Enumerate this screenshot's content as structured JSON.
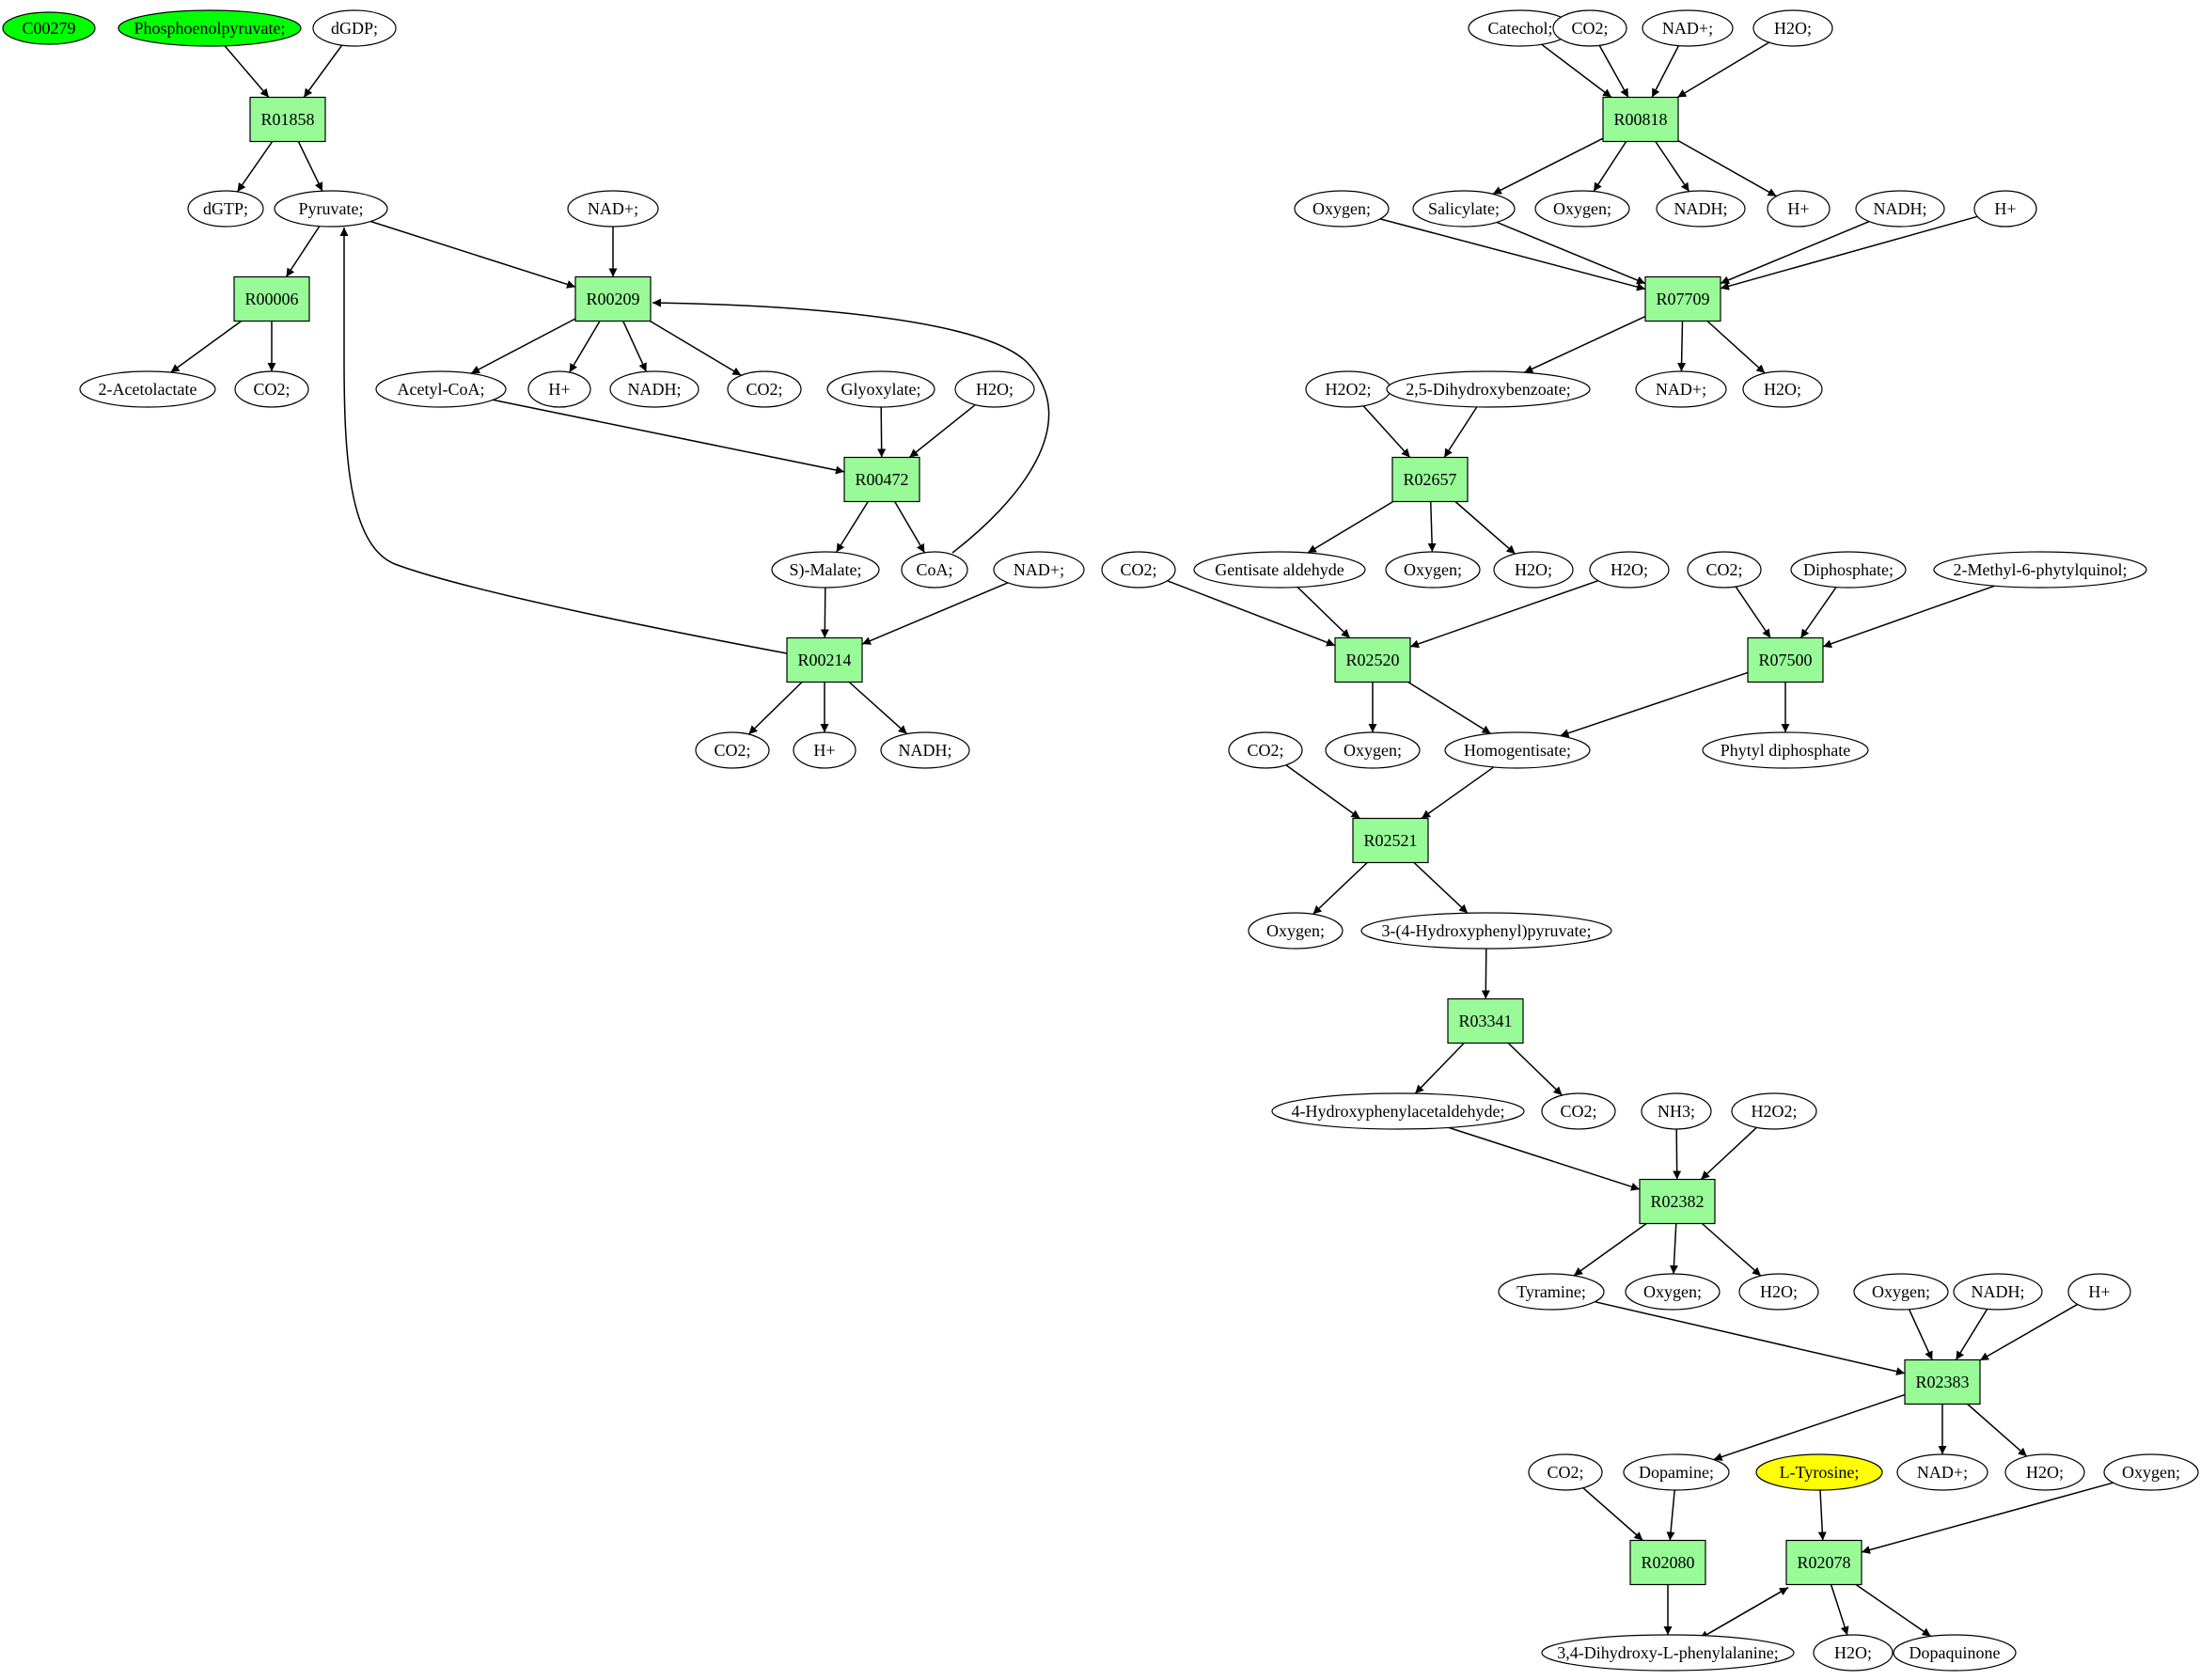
{
  "colors": {
    "reaction_fill": "#98fb98",
    "compound_fill": "#ffffff",
    "source_fill": "#00ff00",
    "target_fill": "#ffff00",
    "stroke": "#000000"
  },
  "reactions": [
    {
      "id": "r01858",
      "label": "R01858"
    },
    {
      "id": "r00006",
      "label": "R00006"
    },
    {
      "id": "r00209",
      "label": "R00209"
    },
    {
      "id": "r00472",
      "label": "R00472"
    },
    {
      "id": "r00214",
      "label": "R00214"
    },
    {
      "id": "r00818",
      "label": "R00818"
    },
    {
      "id": "r07709",
      "label": "R07709"
    },
    {
      "id": "r02657",
      "label": "R02657"
    },
    {
      "id": "r02520",
      "label": "R02520"
    },
    {
      "id": "r07500",
      "label": "R07500"
    },
    {
      "id": "r02521",
      "label": "R02521"
    },
    {
      "id": "r03341",
      "label": "R03341"
    },
    {
      "id": "r02382",
      "label": "R02382"
    },
    {
      "id": "r02383",
      "label": "R02383"
    },
    {
      "id": "r02080",
      "label": "R02080"
    },
    {
      "id": "r02078",
      "label": "R02078"
    }
  ],
  "compounds": [
    {
      "id": "c00279",
      "label": "C00279",
      "role": "source"
    },
    {
      "id": "pep",
      "label": "Phosphoenolpyruvate;",
      "role": "source"
    },
    {
      "id": "dgdp",
      "label": "dGDP;"
    },
    {
      "id": "dgtp",
      "label": "dGTP;"
    },
    {
      "id": "pyruvate",
      "label": "Pyruvate;"
    },
    {
      "id": "nad_a",
      "label": "NAD+;"
    },
    {
      "id": "acetolactate",
      "label": "2-Acetolactate"
    },
    {
      "id": "co2_a",
      "label": "CO2;"
    },
    {
      "id": "acetylcoa",
      "label": "Acetyl-CoA;"
    },
    {
      "id": "hplus_a",
      "label": "H+"
    },
    {
      "id": "nadh_a",
      "label": "NADH;"
    },
    {
      "id": "co2_b",
      "label": "CO2;"
    },
    {
      "id": "glyoxylate",
      "label": "Glyoxylate;"
    },
    {
      "id": "h2o_a",
      "label": "H2O;"
    },
    {
      "id": "malate",
      "label": "S)-Malate;"
    },
    {
      "id": "coa",
      "label": "CoA;"
    },
    {
      "id": "nad_b",
      "label": "NAD+;"
    },
    {
      "id": "co2_c",
      "label": "CO2;"
    },
    {
      "id": "hplus_b",
      "label": "H+"
    },
    {
      "id": "nadh_b",
      "label": "NADH;"
    },
    {
      "id": "catechol",
      "label": "Catechol;"
    },
    {
      "id": "co2_d",
      "label": "CO2;"
    },
    {
      "id": "nad_c",
      "label": "NAD+;"
    },
    {
      "id": "h2o_b",
      "label": "H2O;"
    },
    {
      "id": "oxygen_a",
      "label": "Oxygen;"
    },
    {
      "id": "salicylate",
      "label": "Salicylate;"
    },
    {
      "id": "oxygen_b",
      "label": "Oxygen;"
    },
    {
      "id": "nadh_c",
      "label": "NADH;"
    },
    {
      "id": "hplus_c",
      "label": "H+"
    },
    {
      "id": "nadh_d",
      "label": "NADH;"
    },
    {
      "id": "hplus_d",
      "label": "H+"
    },
    {
      "id": "h2o2_a",
      "label": "H2O2;"
    },
    {
      "id": "dhb",
      "label": "2,5-Dihydroxybenzoate;"
    },
    {
      "id": "nad_d",
      "label": "NAD+;"
    },
    {
      "id": "h2o_c",
      "label": "H2O;"
    },
    {
      "id": "co2_e",
      "label": "CO2;"
    },
    {
      "id": "gentisald",
      "label": "Gentisate aldehyde"
    },
    {
      "id": "oxygen_c",
      "label": "Oxygen;"
    },
    {
      "id": "h2o_d",
      "label": "H2O;"
    },
    {
      "id": "h2o_e",
      "label": "H2O;"
    },
    {
      "id": "co2_f",
      "label": "CO2;"
    },
    {
      "id": "diphosphate",
      "label": "Diphosphate;"
    },
    {
      "id": "mpq",
      "label": "2-Methyl-6-phytylquinol;"
    },
    {
      "id": "co2_g",
      "label": "CO2;"
    },
    {
      "id": "oxygen_d",
      "label": "Oxygen;"
    },
    {
      "id": "homogentisate",
      "label": "Homogentisate;"
    },
    {
      "id": "phytyldp",
      "label": "Phytyl diphosphate"
    },
    {
      "id": "oxygen_e",
      "label": "Oxygen;"
    },
    {
      "id": "hppyr",
      "label": "3-(4-Hydroxyphenyl)pyruvate;"
    },
    {
      "id": "hpaald",
      "label": "4-Hydroxyphenylacetaldehyde;"
    },
    {
      "id": "co2_h",
      "label": "CO2;"
    },
    {
      "id": "nh3",
      "label": "NH3;"
    },
    {
      "id": "h2o2_b",
      "label": "H2O2;"
    },
    {
      "id": "tyramine",
      "label": "Tyramine;"
    },
    {
      "id": "oxygen_f",
      "label": "Oxygen;"
    },
    {
      "id": "h2o_f",
      "label": "H2O;"
    },
    {
      "id": "oxygen_g",
      "label": "Oxygen;"
    },
    {
      "id": "nadh_e",
      "label": "NADH;"
    },
    {
      "id": "hplus_e",
      "label": "H+"
    },
    {
      "id": "co2_i",
      "label": "CO2;"
    },
    {
      "id": "dopamine",
      "label": "Dopamine;"
    },
    {
      "id": "ltyrosine",
      "label": "L-Tyrosine;",
      "role": "target"
    },
    {
      "id": "nad_e",
      "label": "NAD+;"
    },
    {
      "id": "h2o_g",
      "label": "H2O;"
    },
    {
      "id": "oxygen_h",
      "label": "Oxygen;"
    },
    {
      "id": "ldopa",
      "label": "3,4-Dihydroxy-L-phenylalanine;"
    },
    {
      "id": "h2o_h",
      "label": "H2O;"
    },
    {
      "id": "dopaquinone",
      "label": "Dopaquinone"
    }
  ],
  "edges": [
    [
      "pep",
      "r01858"
    ],
    [
      "dgdp",
      "r01858"
    ],
    [
      "r01858",
      "dgtp"
    ],
    [
      "r01858",
      "pyruvate"
    ],
    [
      "pyruvate",
      "r00006"
    ],
    [
      "r00006",
      "acetolactate"
    ],
    [
      "r00006",
      "co2_a"
    ],
    [
      "pyruvate",
      "r00209"
    ],
    [
      "nad_a",
      "r00209"
    ],
    [
      "r00209",
      "acetylcoa"
    ],
    [
      "r00209",
      "hplus_a"
    ],
    [
      "r00209",
      "nadh_a"
    ],
    [
      "r00209",
      "co2_b"
    ],
    [
      "acetylcoa",
      "r00472"
    ],
    [
      "glyoxylate",
      "r00472"
    ],
    [
      "h2o_a",
      "r00472"
    ],
    [
      "r00472",
      "malate"
    ],
    [
      "r00472",
      "coa"
    ],
    [
      "coa",
      "r00209"
    ],
    [
      "malate",
      "r00214"
    ],
    [
      "nad_b",
      "r00214"
    ],
    [
      "r00214",
      "pyruvate"
    ],
    [
      "r00214",
      "co2_c"
    ],
    [
      "r00214",
      "hplus_b"
    ],
    [
      "r00214",
      "nadh_b"
    ],
    [
      "catechol",
      "r00818"
    ],
    [
      "co2_d",
      "r00818"
    ],
    [
      "nad_c",
      "r00818"
    ],
    [
      "h2o_b",
      "r00818"
    ],
    [
      "r00818",
      "salicylate"
    ],
    [
      "r00818",
      "oxygen_b"
    ],
    [
      "r00818",
      "nadh_c"
    ],
    [
      "r00818",
      "hplus_c"
    ],
    [
      "oxygen_a",
      "r07709"
    ],
    [
      "salicylate",
      "r07709"
    ],
    [
      "nadh_d",
      "r07709"
    ],
    [
      "hplus_d",
      "r07709"
    ],
    [
      "r07709",
      "dhb"
    ],
    [
      "r07709",
      "nad_d"
    ],
    [
      "r07709",
      "h2o_c"
    ],
    [
      "h2o2_a",
      "r02657"
    ],
    [
      "dhb",
      "r02657"
    ],
    [
      "r02657",
      "gentisald"
    ],
    [
      "r02657",
      "oxygen_c"
    ],
    [
      "r02657",
      "h2o_d"
    ],
    [
      "co2_e",
      "r02520"
    ],
    [
      "gentisald",
      "r02520"
    ],
    [
      "h2o_e",
      "r02520"
    ],
    [
      "r02520",
      "oxygen_d"
    ],
    [
      "r02520",
      "homogentisate"
    ],
    [
      "co2_f",
      "r07500"
    ],
    [
      "diphosphate",
      "r07500"
    ],
    [
      "mpq",
      "r07500"
    ],
    [
      "r07500",
      "homogentisate"
    ],
    [
      "r07500",
      "phytyldp"
    ],
    [
      "co2_g",
      "r02521"
    ],
    [
      "homogentisate",
      "r02521"
    ],
    [
      "r02521",
      "oxygen_e"
    ],
    [
      "r02521",
      "hppyr"
    ],
    [
      "hppyr",
      "r03341"
    ],
    [
      "r03341",
      "hpaald"
    ],
    [
      "r03341",
      "co2_h"
    ],
    [
      "hpaald",
      "r02382"
    ],
    [
      "nh3",
      "r02382"
    ],
    [
      "h2o2_b",
      "r02382"
    ],
    [
      "r02382",
      "tyramine"
    ],
    [
      "r02382",
      "oxygen_f"
    ],
    [
      "r02382",
      "h2o_f"
    ],
    [
      "tyramine",
      "r02383"
    ],
    [
      "oxygen_g",
      "r02383"
    ],
    [
      "nadh_e",
      "r02383"
    ],
    [
      "hplus_e",
      "r02383"
    ],
    [
      "r02383",
      "dopamine"
    ],
    [
      "r02383",
      "nad_e"
    ],
    [
      "r02383",
      "h2o_g"
    ],
    [
      "co2_i",
      "r02080"
    ],
    [
      "dopamine",
      "r02080"
    ],
    [
      "r02080",
      "ldopa"
    ],
    [
      "ltyrosine",
      "r02078"
    ],
    [
      "oxygen_h",
      "r02078"
    ],
    [
      "r02078",
      "ldopa"
    ],
    [
      "ldopa",
      "r02078"
    ],
    [
      "r02078",
      "h2o_h"
    ],
    [
      "r02078",
      "dopaquinone"
    ]
  ]
}
